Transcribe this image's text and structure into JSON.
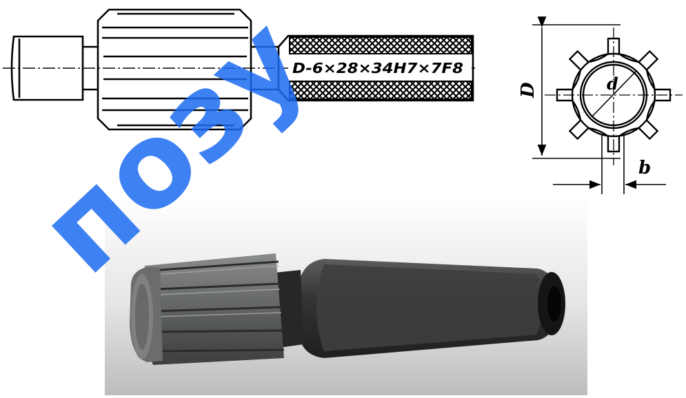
{
  "drawing": {
    "designation": "D-6×28×34H7×7F8",
    "section": {
      "outer_diameter_label": "D",
      "inner_diameter_label": "d",
      "spline_width_label": "b"
    }
  },
  "watermark": {
    "text": "позу",
    "color": "#1d6cf2"
  },
  "photo": {
    "background_top": "#ffffff",
    "background_bottom": "#bdbdbd",
    "metal_color": "#5c5f5c",
    "handle_color": "#2b2d2b"
  }
}
